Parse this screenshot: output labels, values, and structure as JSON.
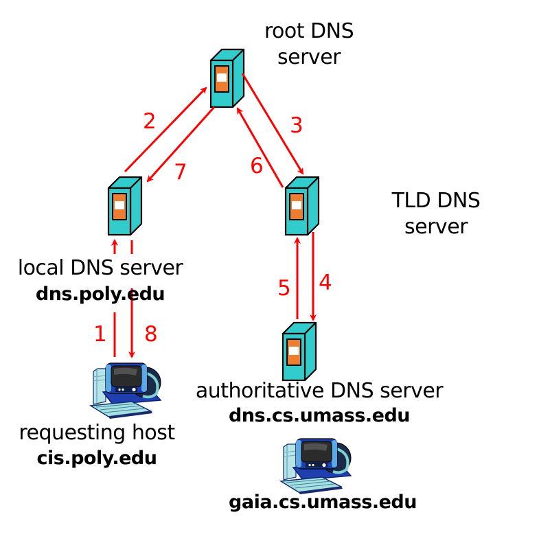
{
  "colors": {
    "arrow": "#ff0000",
    "server_body": "#33cccc",
    "server_panel": "#ed7d31",
    "server_slot": "#ffffff",
    "outline": "#000000",
    "label_text": "#000000",
    "number_text": "#ff0000"
  },
  "nodes": {
    "root": {
      "line1": "root DNS",
      "line2": "server",
      "icon": "server-icon"
    },
    "tld": {
      "line1": "TLD DNS",
      "line2": "server",
      "icon": "server-icon"
    },
    "local": {
      "name": "local DNS server",
      "host": "dns.poly.edu",
      "icon": "server-icon"
    },
    "authoritative": {
      "name": "authoritative DNS server",
      "host": "dns.cs.umass.edu",
      "icon": "server-icon"
    },
    "requesting": {
      "name": "requesting host",
      "host": "cis.poly.edu",
      "icon": "computer-icon"
    },
    "target": {
      "host": "gaia.cs.umass.edu",
      "icon": "computer-icon"
    }
  },
  "steps": [
    {
      "label": "1",
      "from": "requesting",
      "to": "local"
    },
    {
      "label": "2",
      "from": "local",
      "to": "root"
    },
    {
      "label": "3",
      "from": "root",
      "to": "tld"
    },
    {
      "label": "4",
      "from": "tld",
      "to": "authoritative"
    },
    {
      "label": "5",
      "from": "authoritative",
      "to": "tld"
    },
    {
      "label": "6",
      "from": "tld",
      "to": "root"
    },
    {
      "label": "7",
      "from": "root",
      "to": "local"
    },
    {
      "label": "8",
      "from": "local",
      "to": "requesting"
    }
  ]
}
